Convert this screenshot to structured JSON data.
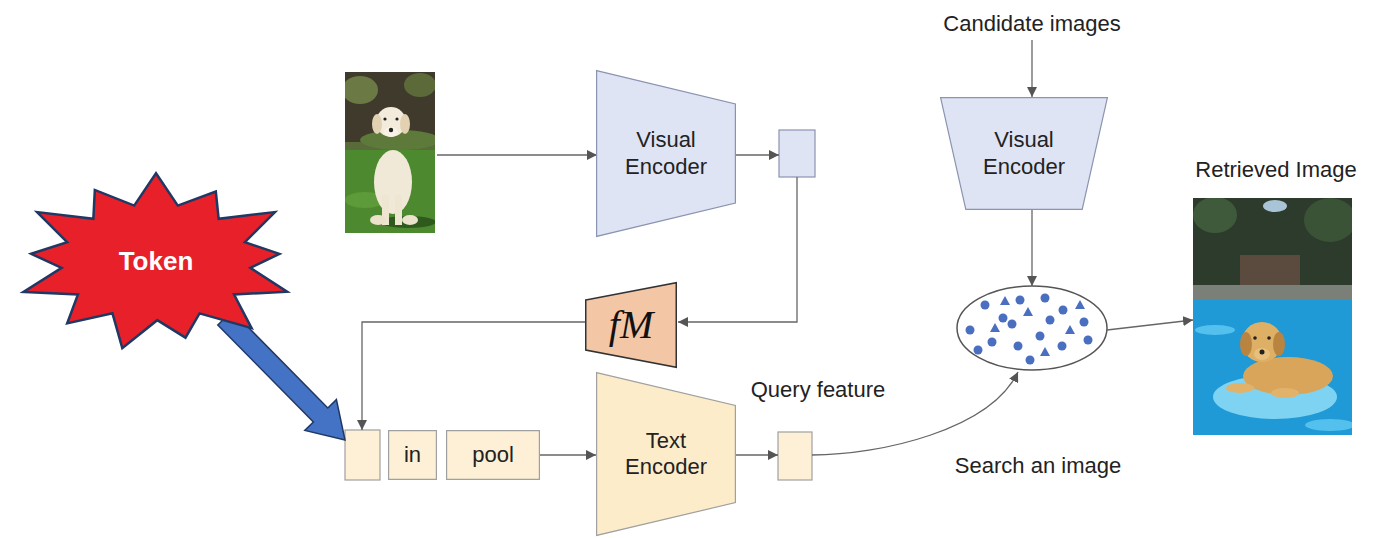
{
  "diagram": {
    "nodes": [
      {
        "text": [
          "Visual Encoder"
        ]
      },
      {
        "text": [
          "fM"
        ]
      },
      {
        "text": [
          "Token"
        ]
      },
      {
        "text": [
          "in"
        ]
      },
      {
        "text": [
          "pool"
        ]
      },
      {
        "text": [
          "Text Encoder"
        ]
      },
      {
        "text": [
          "Visual Encoder"
        ]
      }
    ],
    "edges": [
      {
        "from": 4,
        "to": 5,
        "arrow": "to"
      }
    ],
    "labels": [
      "Candidate images",
      "Retrieved Image",
      "Query feature",
      "Search an image"
    ]
  }
}
